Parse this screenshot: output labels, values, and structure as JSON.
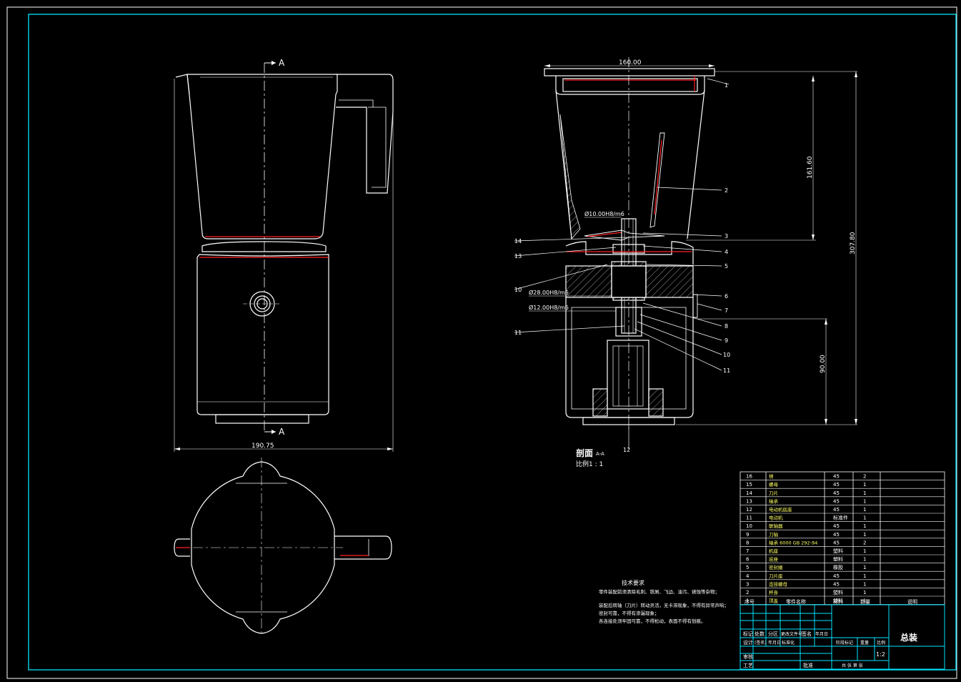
{
  "section_marks": {
    "top": "A",
    "bottom": "A"
  },
  "dimensions": {
    "front_width": "190.75",
    "section_width": "160.00",
    "height_161": "161.60",
    "height_total": "307.80",
    "height_90": "90.00",
    "fit_shaft": "Ø10.00H8/m6",
    "fit_bearing": "Ø28.00H8/m6",
    "fit_coupling": "Ø12.00H8/m6"
  },
  "section_title": {
    "label": "剖面",
    "suffix": "A-A",
    "scale": "比例1 : 1"
  },
  "callouts": {
    "right": [
      "1",
      "2",
      "3",
      "4",
      "5",
      "6",
      "7",
      "8",
      "9",
      "10",
      "11"
    ],
    "left": [
      "14",
      "13",
      "10",
      "11"
    ],
    "bottom": "12"
  },
  "tech_notes": {
    "title": "技术要求",
    "lines": [
      "零件装配前须清除毛刺、铁屑、飞边、油污、锈蚀等杂物；",
      "装配后转轴（刀片）转动灵活，无卡滞现象，不得有异常声响；",
      "密封可靠，不得有渗漏现象；",
      "各连接处须牢固可靠，不得松动，表面不得有划痕。"
    ]
  },
  "bom": {
    "rows": [
      {
        "no": "16",
        "name": "销",
        "material": "45",
        "qty": "2"
      },
      {
        "no": "15",
        "name": "螺母",
        "material": "45",
        "qty": "1"
      },
      {
        "no": "14",
        "name": "刀片",
        "material": "45",
        "qty": "1"
      },
      {
        "no": "13",
        "name": "轴承",
        "material": "45",
        "qty": "1"
      },
      {
        "no": "12",
        "name": "电动机底座",
        "material": "45",
        "qty": "1"
      },
      {
        "no": "11",
        "name": "电动机",
        "material": "标准件",
        "qty": "1"
      },
      {
        "no": "10",
        "name": "联轴器",
        "material": "45",
        "qty": "1"
      },
      {
        "no": "9",
        "name": "刀轴",
        "material": "45",
        "qty": "1"
      },
      {
        "no": "8",
        "name": "轴承 6000 GB 292-94",
        "material": "45",
        "qty": "2"
      },
      {
        "no": "7",
        "name": "机座",
        "material": "塑料",
        "qty": "1"
      },
      {
        "no": "6",
        "name": "底座",
        "material": "塑料",
        "qty": "1"
      },
      {
        "no": "5",
        "name": "密封圈",
        "material": "橡胶",
        "qty": "1"
      },
      {
        "no": "4",
        "name": "刀片座",
        "material": "45",
        "qty": "1"
      },
      {
        "no": "3",
        "name": "连接螺母",
        "material": "45",
        "qty": "1"
      },
      {
        "no": "2",
        "name": "杯身",
        "material": "塑料",
        "qty": "1"
      },
      {
        "no": "1",
        "name": "顶盖",
        "material": "塑料",
        "qty": "1"
      }
    ],
    "header": {
      "no": "序号",
      "name": "零件名称",
      "material": "材料",
      "qty": "数量",
      "note": "说明"
    }
  },
  "title_block": {
    "title": "总装",
    "scale": "1:2",
    "row1": [
      "标记",
      "处数",
      "分区",
      "更改文件号",
      "签名",
      "年月日"
    ],
    "row2": [
      "设计",
      "(签名)",
      "年月日",
      "标准化"
    ],
    "labels": {
      "check": "审核",
      "proc": "工艺",
      "approve": "批准",
      "stage": "阶段标记",
      "weight": "重量",
      "ratio": "比例",
      "sheets": "共  张  第  张"
    }
  }
}
